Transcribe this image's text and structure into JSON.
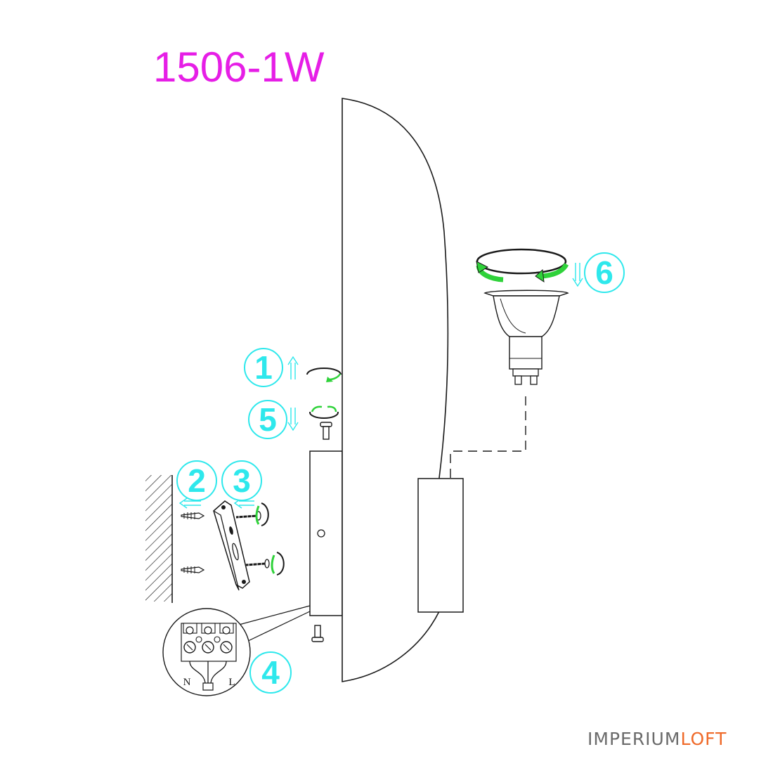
{
  "model": "1506-1W",
  "brand": {
    "part1": "IMPERIUM",
    "part2": "LOFT"
  },
  "steps": [
    "1",
    "2",
    "3",
    "4",
    "5",
    "6"
  ],
  "wiring": {
    "neutral": "N",
    "live": "L"
  },
  "colors": {
    "model": "#e61ee6",
    "step": "#2ee8ec",
    "arrow_green": "#2fd23a",
    "brand_gray": "#6b6b6b",
    "brand_accent": "#ef6a2a",
    "line": "#1a1a1a"
  },
  "icons": [
    "rotate-arrow-icon",
    "arrow-up-icon",
    "arrow-down-icon",
    "arrow-left-icon",
    "screw-icon",
    "wall-anchor-icon",
    "mounting-bracket-icon",
    "terminal-block-icon",
    "gu10-bulb-icon"
  ]
}
